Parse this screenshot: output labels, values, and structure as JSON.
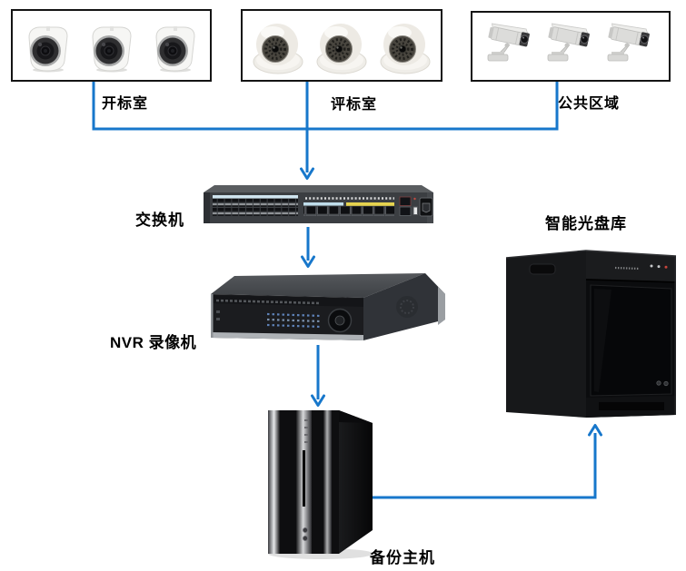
{
  "colors": {
    "accent": "#1777CB",
    "box_border": "#141414",
    "background": "#FFFFFF",
    "label_color": "#000000"
  },
  "camera_groups": [
    {
      "label": "开标室",
      "camera_type": "turret-dome-camera",
      "camera_count": 3
    },
    {
      "label": "评标室",
      "camera_type": "ir-dome-camera",
      "camera_count": 3
    },
    {
      "label": "公共区域",
      "camera_type": "bullet-camera",
      "camera_count": 3
    }
  ],
  "devices": {
    "switch": {
      "label": "交换机"
    },
    "nvr": {
      "label": "NVR 录像机"
    },
    "backup_host": {
      "label": "备份主机"
    },
    "disc_library": {
      "label": "智能光盘库"
    }
  },
  "connections": [
    {
      "from": "开标室",
      "to": "交换机"
    },
    {
      "from": "评标室",
      "to": "交换机"
    },
    {
      "from": "公共区域",
      "to": "交换机"
    },
    {
      "from": "交换机",
      "to": "NVR 录像机"
    },
    {
      "from": "NVR 录像机",
      "to": "备份主机"
    },
    {
      "from": "备份主机",
      "to": "智能光盘库"
    }
  ]
}
